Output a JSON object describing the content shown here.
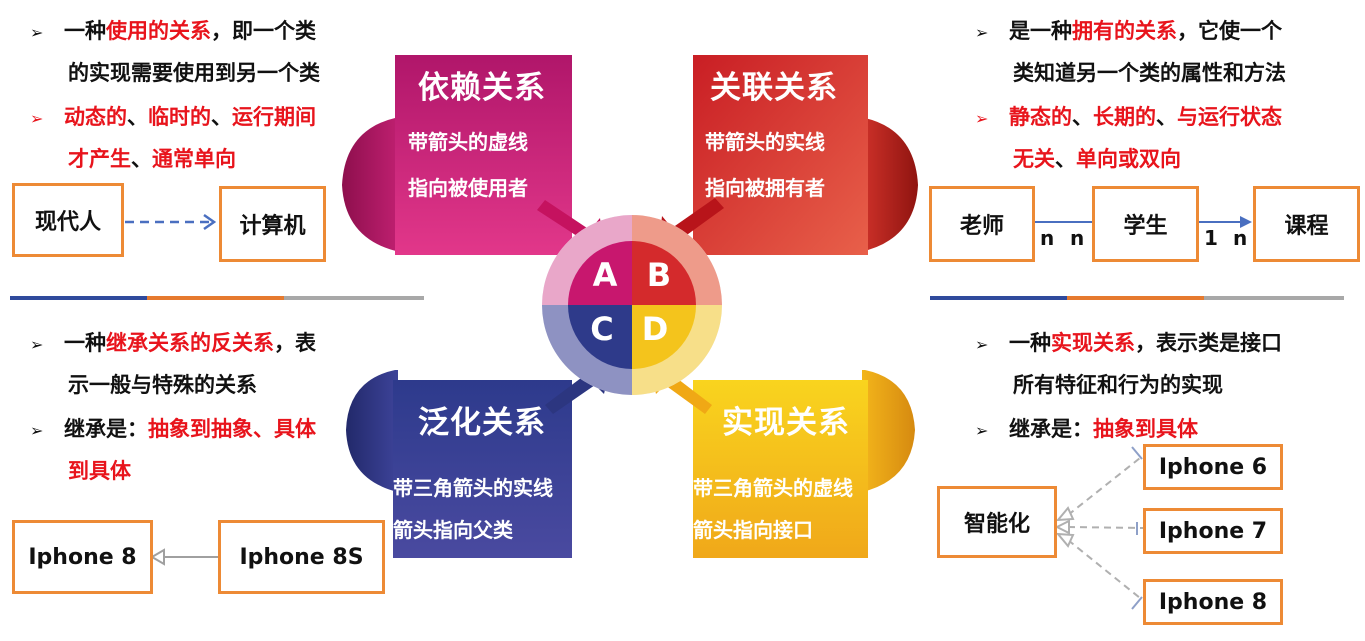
{
  "quad_a": {
    "title": "依赖关系",
    "line1": "带箭头的虚线",
    "line2": "指向被使用者",
    "letter": "A",
    "color": "#d4237a",
    "bullet1": {
      "pre": "一种",
      "red": "使用的关系",
      "post": "，即一个类",
      "line2": "的实现需要使用到另一个类"
    },
    "bullet2": {
      "r1": "动态的",
      "s1": "、",
      "r2": "临时的",
      "s2": "、",
      "r3": "运行期间",
      "r4": "才产生",
      "s3": "、",
      "r5": "通常单向"
    },
    "box_left": "现代人",
    "box_right": "计算机"
  },
  "quad_b": {
    "title": "关联关系",
    "line1": "带箭头的实线",
    "line2": "指向被拥有者",
    "letter": "B",
    "color": "#d83a34",
    "bullet1": {
      "pre": "是一种",
      "red": "拥有的关系",
      "post": "，它使一个",
      "line2": "类知道另一个类的属性和方法"
    },
    "bullet2": {
      "r1": "静态的",
      "s1": "、",
      "r2": "长期的",
      "s2": "、",
      "r3": "与运行状态",
      "r4": "无关",
      "s3": "、",
      "r5": "单向或双向"
    },
    "boxes": [
      "老师",
      "学生",
      "课程"
    ],
    "mult1": "n",
    "mult2": "n",
    "mult3": "1",
    "mult4": "n"
  },
  "quad_c": {
    "title": "泛化关系",
    "line1": "带三角箭头的实线",
    "line2": "箭头指向父类",
    "letter": "C",
    "color": "#34408f",
    "bullet1": {
      "pre": "一种",
      "red": "继承关系的反关系",
      "post": "，表",
      "line2": "示一般与特殊的关系"
    },
    "bullet2": {
      "pre": "继承是：",
      "red1": "抽象到抽象、具体",
      "red2": "到具体"
    },
    "box_left": "Iphone 8",
    "box_right": "Iphone 8S"
  },
  "quad_d": {
    "title": "实现关系",
    "line1": "带三角箭头的虚线",
    "line2": "箭头指向接口",
    "letter": "D",
    "color": "#f5c518",
    "bullet1": {
      "pre": "一种",
      "red": "实现关系",
      "post": "，表示类是接口",
      "line2": "所有特征和行为的实现"
    },
    "bullet2": {
      "pre": "继承是：",
      "red": "抽象到具体"
    },
    "box_left": "智能化",
    "boxes_right": [
      "Iphone 6",
      "Iphone 7",
      "Iphone 8"
    ]
  },
  "colors": {
    "accent_red": "#e8141c",
    "box_border": "#ed8a35",
    "sep_blue": "#2f4a9c",
    "sep_orange": "#e67a2e",
    "sep_gray": "#a8a8a8"
  }
}
